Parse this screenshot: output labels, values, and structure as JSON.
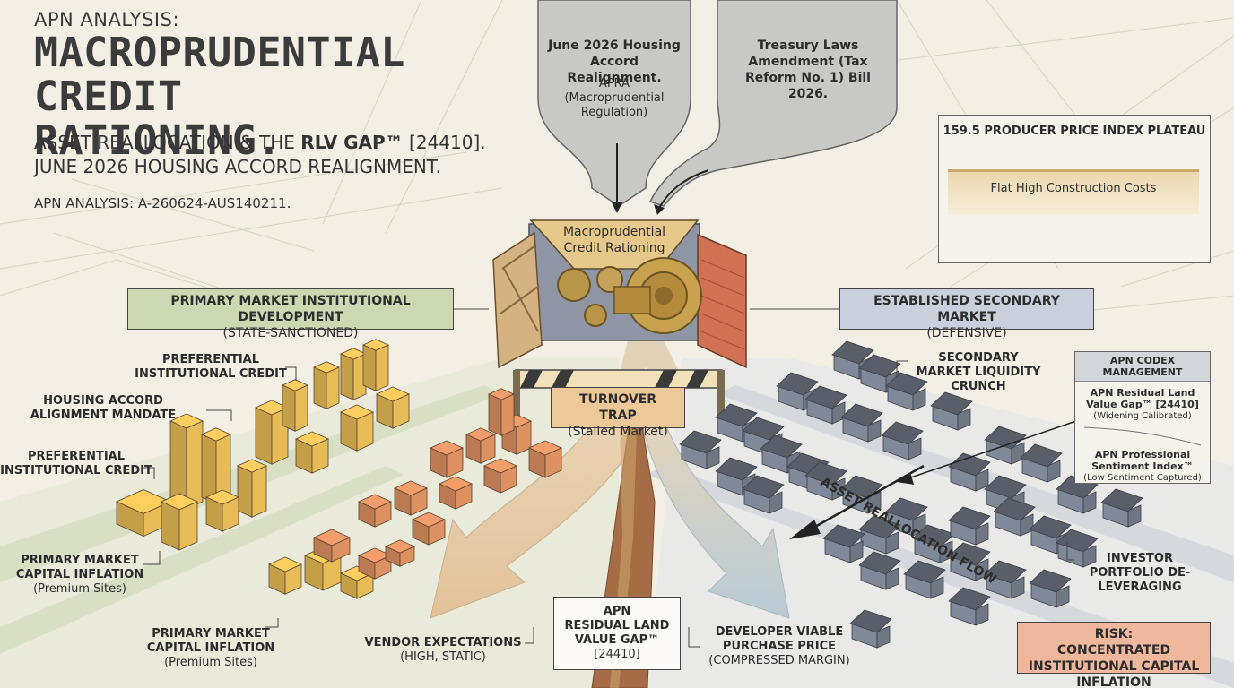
{
  "header": {
    "kicker": "APN ANALYSIS:",
    "title_line1": "MACROPRUDENTIAL",
    "title_line2": "CREDIT RATIONING.",
    "subtitle_prefix": "ASSET REALLOCATION & THE ",
    "subtitle_brand": "RLV GAP™",
    "subtitle_code": " [24410].",
    "subtitle_line2": "JUNE 2026 HOUSING ACCORD REALIGNMENT.",
    "reference": "APN ANALYSIS: A-260624-AUS140211."
  },
  "inputs": {
    "left": {
      "title": "June 2026 Housing Accord Realignment.",
      "body": "APRA (Macroprudential Regulation)"
    },
    "right": {
      "title": "Treasury Laws Amendment (Tax Reform No. 1) Bill 2026."
    }
  },
  "gate": {
    "label": "Macroprudential Credit Rationing"
  },
  "ppi_panel": {
    "title": "159.5 PRODUCER PRICE INDEX PLATEAU",
    "band_label": "Flat High Construction Costs"
  },
  "primary_market": {
    "title": "PRIMARY MARKET INSTITUTIONAL DEVELOPMENT",
    "subtitle": "(STATE-SANCTIONED)",
    "callouts": [
      {
        "title": "PREFERENTIAL INSTITUTIONAL CREDIT",
        "sub": ""
      },
      {
        "title": "HOUSING ACCORD ALIGNMENT MANDATE",
        "sub": ""
      },
      {
        "title": "PREFERENTIAL INSTITUTIONAL CREDIT",
        "sub": ""
      },
      {
        "title": "PRIMARY MARKET CAPITAL INFLATION",
        "sub": "(Premium Sites)"
      },
      {
        "title": "PRIMARY MARKET CAPITAL INFLATION",
        "sub": "(Premium Sites)"
      }
    ]
  },
  "secondary_market": {
    "title": "ESTABLISHED SECONDARY MARKET",
    "subtitle": "(DEFENSIVE)",
    "liquidity": "SECONDARY MARKET LIQUIDITY CRUNCH",
    "flow": "ASSET REALLOCATION FLOW",
    "deleveraging": "INVESTOR PORTFOLIO DE-LEVERAGING"
  },
  "codex_panel": {
    "title": "APN CODEX MANAGEMENT",
    "item1_title": "APN Residual Land Value Gap™ [24410]",
    "item1_sub": "(Widening Calibrated)",
    "item2_title": "APN Professional Sentiment Index™",
    "item2_sub": "(Low Sentiment Captured)"
  },
  "turnover": {
    "title": "TURNOVER TRAP",
    "subtitle": "(Stalled Market)"
  },
  "bottom": {
    "vendor_title": "VENDOR EXPECTATIONS",
    "vendor_sub": "(HIGH, STATIC)",
    "gap_line1": "APN",
    "gap_line2": "RESIDUAL LAND",
    "gap_line3": "VALUE GAP™",
    "gap_code": "[24410]",
    "developer_title": "DEVELOPER VIABLE PURCHASE PRICE",
    "developer_sub": "(COMPRESSED MARGIN)",
    "risk_title": "RISK:",
    "risk_body": "CONCENTRATED INSTITUTIONAL CAPITAL INFLATION"
  },
  "colors": {
    "background": "#f3efe4",
    "primary_green": "#cbd8b2",
    "secondary_blue": "#c9d0dc",
    "turnover_orange": "#edc99a",
    "risk_salmon": "#efb79c",
    "gold_building": "#e7bb55",
    "terracotta_building": "#dd9060",
    "slate_house": "#6f7785"
  }
}
